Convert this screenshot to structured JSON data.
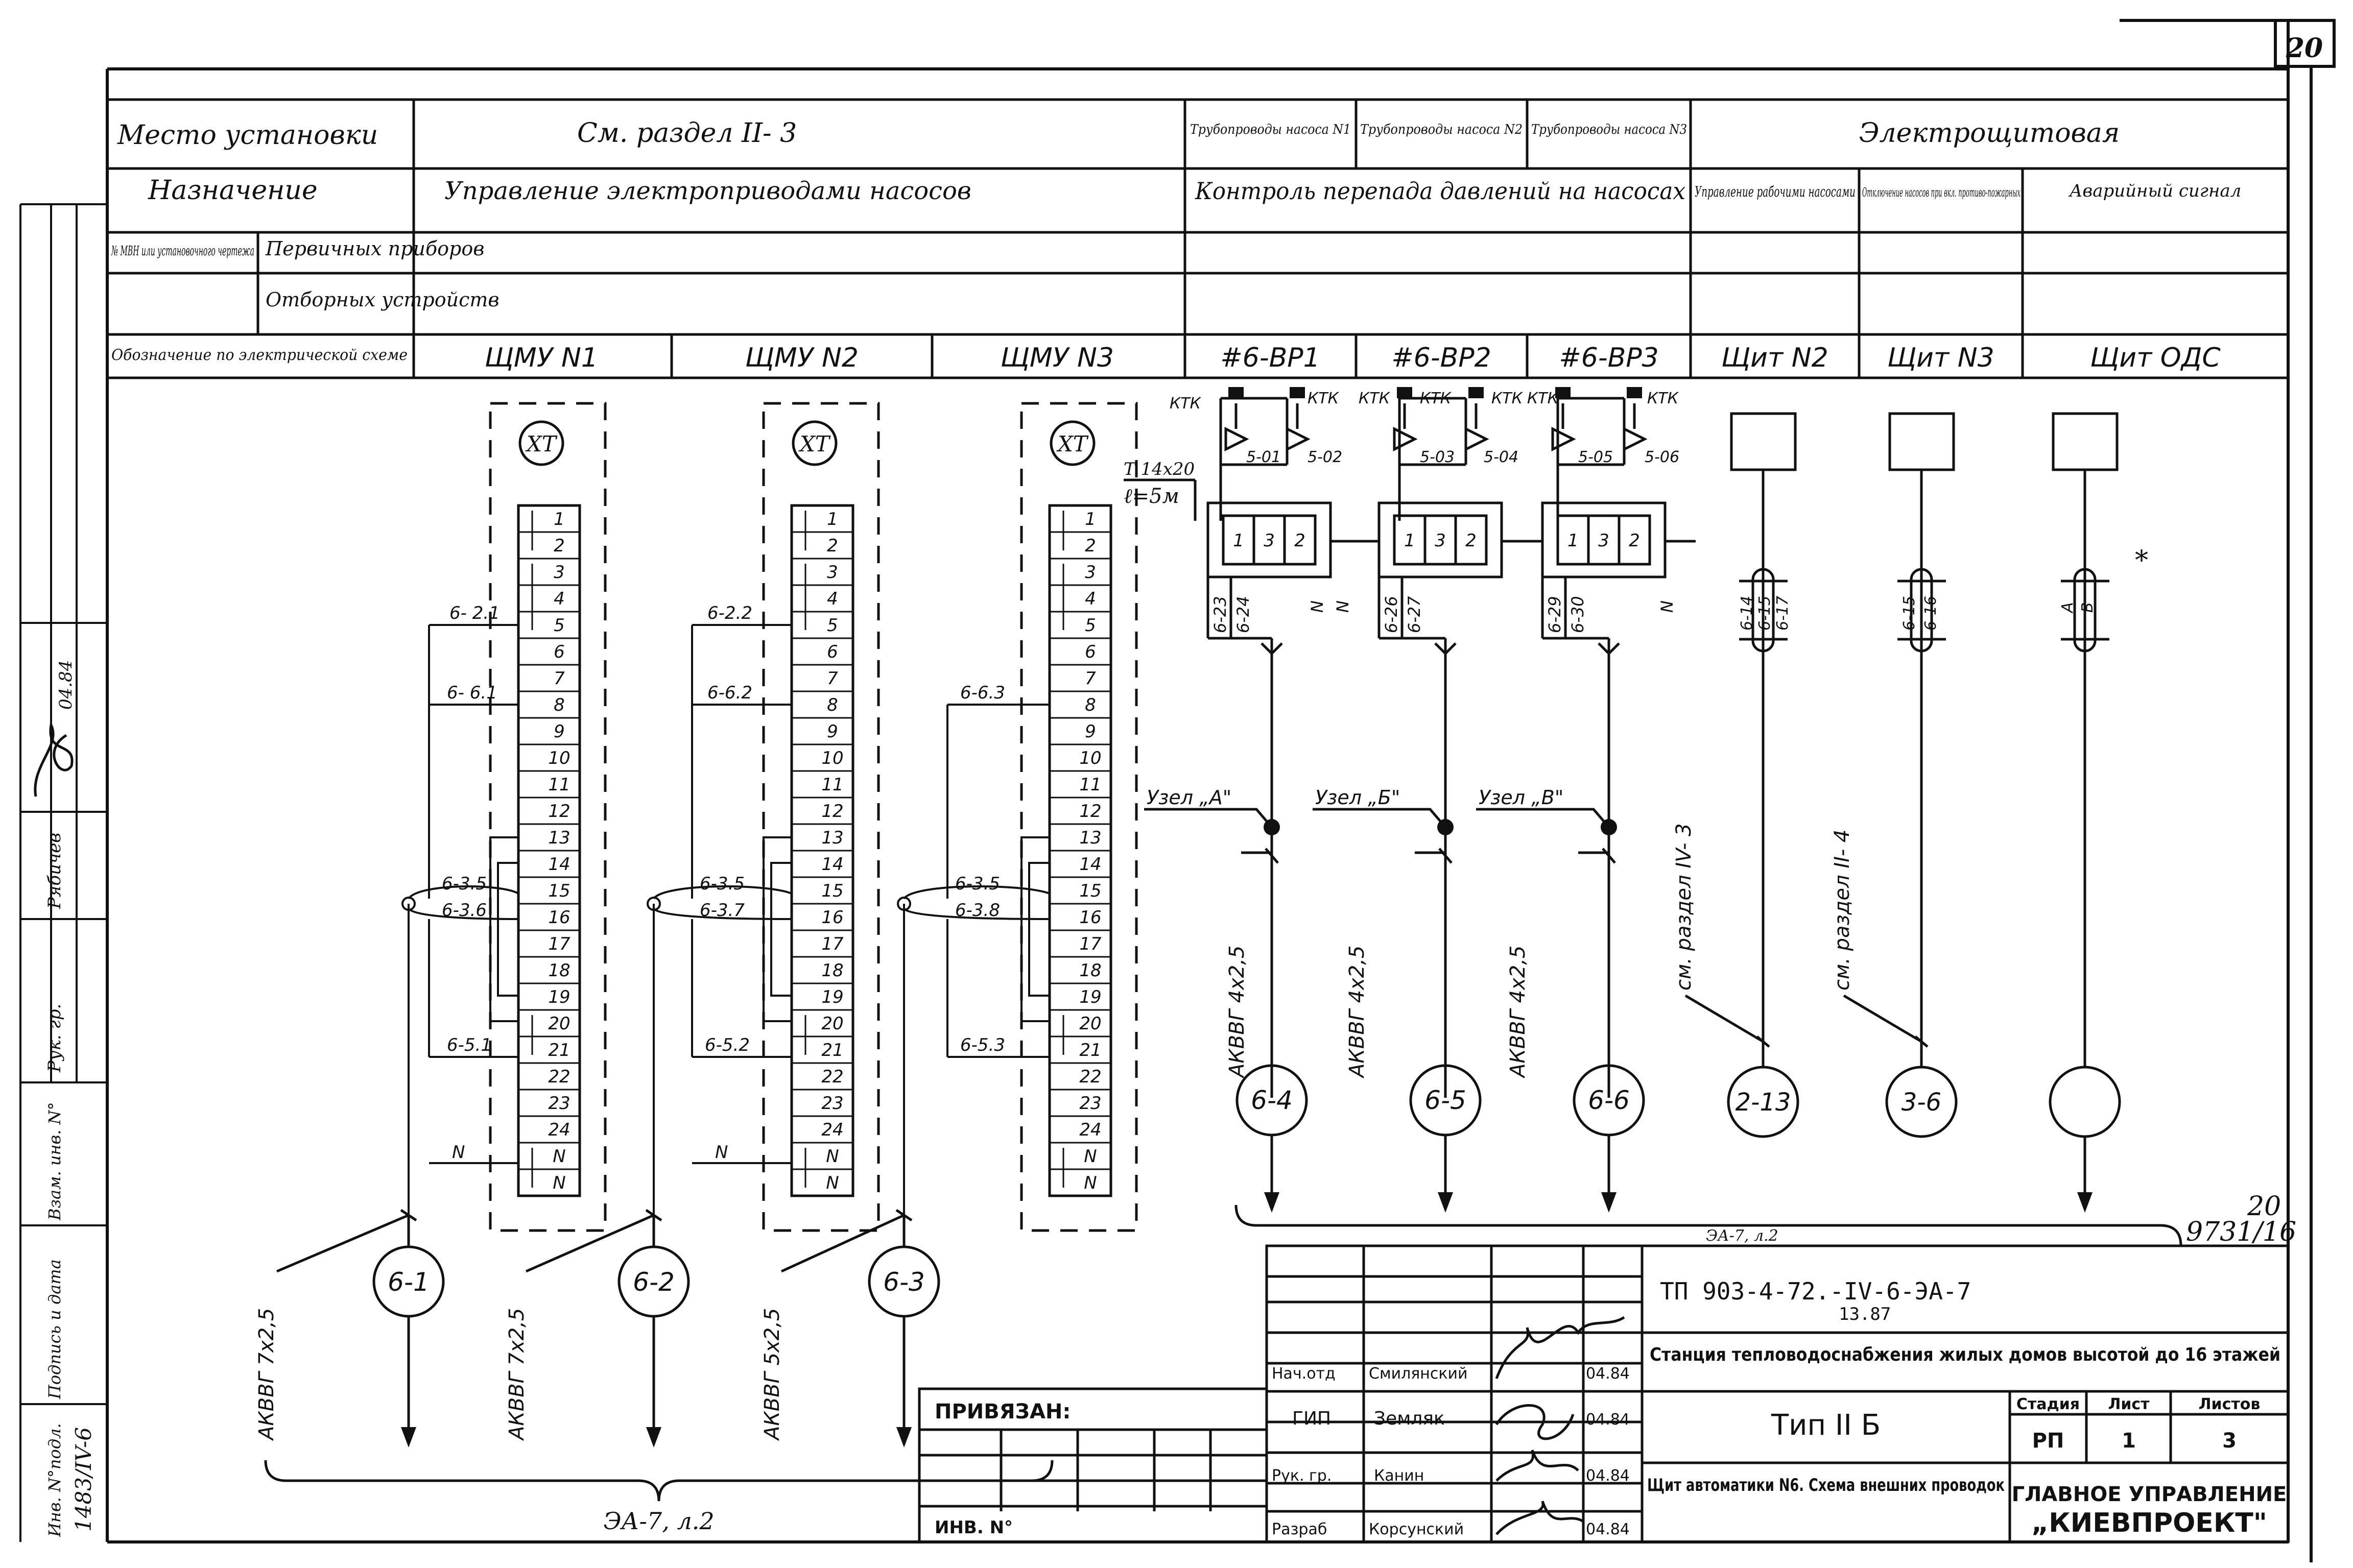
{
  "sheet_number": "20",
  "header": {
    "row_install": {
      "label": "Место установки",
      "section": "См. раздел II- 3",
      "pipe1": "Трубопроводы насоса N1",
      "pipe2": "Трубопроводы насоса N2",
      "pipe3": "Трубопроводы насоса N3",
      "electro": "Электрощитовая"
    },
    "row_purpose": {
      "label": "Назначение",
      "control": "Управление электроприводами насосов",
      "diff": "Контроль перепада давлений на насосах",
      "working": "Управление рабочими насосами",
      "disable": "Отключение насосов при вкл. противо-пожарных",
      "alarm": "Аварийный сигнал"
    },
    "row_mvn": {
      "label": "№ МВН или установочного чертежа",
      "primary": "Первичных приборов",
      "selection": "Отборных устройств"
    },
    "row_designation": {
      "label": "Обозначение по электрической схеме",
      "items": [
        "ЩМУ N1",
        "ЩМУ N2",
        "ЩМУ N3",
        "#6-ВР1",
        "#6-ВР2",
        "#6-ВР3",
        "Щит N2",
        "Щит N3",
        "Щит ОДС"
      ]
    }
  },
  "terminal_blocks": {
    "label": "XT",
    "rows": [
      "1",
      "2",
      "3",
      "4",
      "5",
      "6",
      "7",
      "8",
      "9",
      "10",
      "11",
      "12",
      "13",
      "14",
      "15",
      "16",
      "17",
      "18",
      "19",
      "20",
      "21",
      "22",
      "23",
      "24",
      "N",
      "N"
    ],
    "wires": [
      [
        "6- 2.1",
        "6- 6.1",
        "6-3.5",
        "6-3.6",
        "6-5.1",
        "N"
      ],
      [
        "6-2.2",
        "6-6.2",
        "6-3.5",
        "6-3.7",
        "6-5.2",
        "N"
      ],
      [
        "6-6.3",
        "6-3.5",
        "6-3.8",
        "6-5.3"
      ]
    ]
  },
  "devices": {
    "valve_label": "КТК",
    "valve_numbers": [
      "5-01",
      "5-02",
      "5-03",
      "5-04",
      "5-05",
      "5-06"
    ],
    "pipe": "T 14x20",
    "length": "ℓ=5м",
    "cells": [
      "1",
      "3",
      "2"
    ],
    "wires": [
      [
        "6-23",
        "6-24",
        "N"
      ],
      [
        "6-26",
        "6-27",
        "N"
      ],
      [
        "6-29",
        "6-30",
        "N"
      ]
    ],
    "nodes": [
      "Узел „А\"",
      "Узел „Б\"",
      "Узел „В\""
    ],
    "cables": [
      "АКВВГ 4х2,5",
      "АКВВГ 4х2,5",
      "АКВВГ 4х2,5"
    ],
    "circles": [
      "6-4",
      "6-5",
      "6-6"
    ]
  },
  "panels": {
    "wires": [
      [
        "6-14",
        "6-15",
        "6-17"
      ],
      [
        "6-15",
        "6-16"
      ],
      [
        "А",
        "В"
      ]
    ],
    "refs": [
      "см. раздел IV- 3",
      "см. раздел II- 4"
    ],
    "circles": [
      "2-13",
      "3-6",
      ""
    ],
    "star": "*"
  },
  "bottom_cables": [
    "АКВВГ 7х2,5",
    "АКВВГ 7х2,5",
    "АКВВГ 5х2,5"
  ],
  "bottom_circles": [
    "6-1",
    "6-2",
    "6-3"
  ],
  "bottom_ref": "ЭА-7, л.2",
  "right_ref_small": "ЭА-7, л.2",
  "right_ref_big": "9731/16",
  "right_ref_sheet": "20",
  "title_block": {
    "code": "ТП 903-4-72.-IV-6-ЭА-7",
    "code2": "13.87",
    "project": "Станция тепловодоснабжения жилых домов высотой до 16 этажей",
    "type": "Тип II Б",
    "sheet_title": "Щит автоматики N6. Схема внешних проводок",
    "org1": "ГЛАВНОЕ УПРАВЛЕНИЕ",
    "org2": "„КИЕВПРОЕКТ\"",
    "stage_h": "Стадия",
    "sheet_h": "Лист",
    "sheets_h": "Листов",
    "stage": "РП",
    "sheet": "1",
    "sheets": "3",
    "bound": "ПРИВЯЗАН:",
    "inv": "ИНВ. N°",
    "staff": [
      {
        "role": "Нач.отд",
        "name": "Смилянский",
        "date": "04.84"
      },
      {
        "role": "ГИП",
        "name": "Земляк",
        "date": "04.84"
      },
      {
        "role": "Рук. гр.",
        "name": "Канин",
        "date": "04.84"
      },
      {
        "role": "Разраб",
        "name": "Корсунский",
        "date": "04.84"
      }
    ]
  },
  "left_strip": {
    "inv_orig": "Инв. N°подл.",
    "sign_date": "Подпись и дата",
    "inv_replace": "Взам. инв. N°",
    "ruk": "Рук. гр.",
    "rabichev": "Рябичев",
    "date": "04.84",
    "inv_value": "1483/IV-6"
  }
}
